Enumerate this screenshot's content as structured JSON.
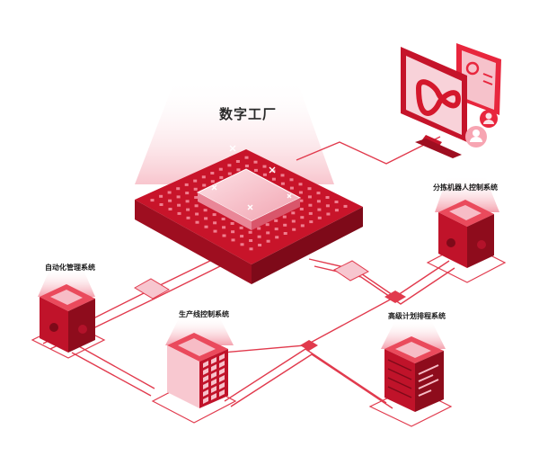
{
  "diagram": {
    "title": "数字工厂",
    "nodes": {
      "robot": "分拣机器人控制系统",
      "automation": "自动化管理系统",
      "production_line": "生产线控制系统",
      "aps": "高级计划排程系统"
    }
  },
  "colors": {
    "primary": "#d6182c",
    "dark": "#8e0c1c",
    "light": "#f4b6c0",
    "pale": "#fbe3e7"
  },
  "icons": {
    "monitor": "monitor-infinity-icon",
    "users": "user-avatar-icon"
  }
}
